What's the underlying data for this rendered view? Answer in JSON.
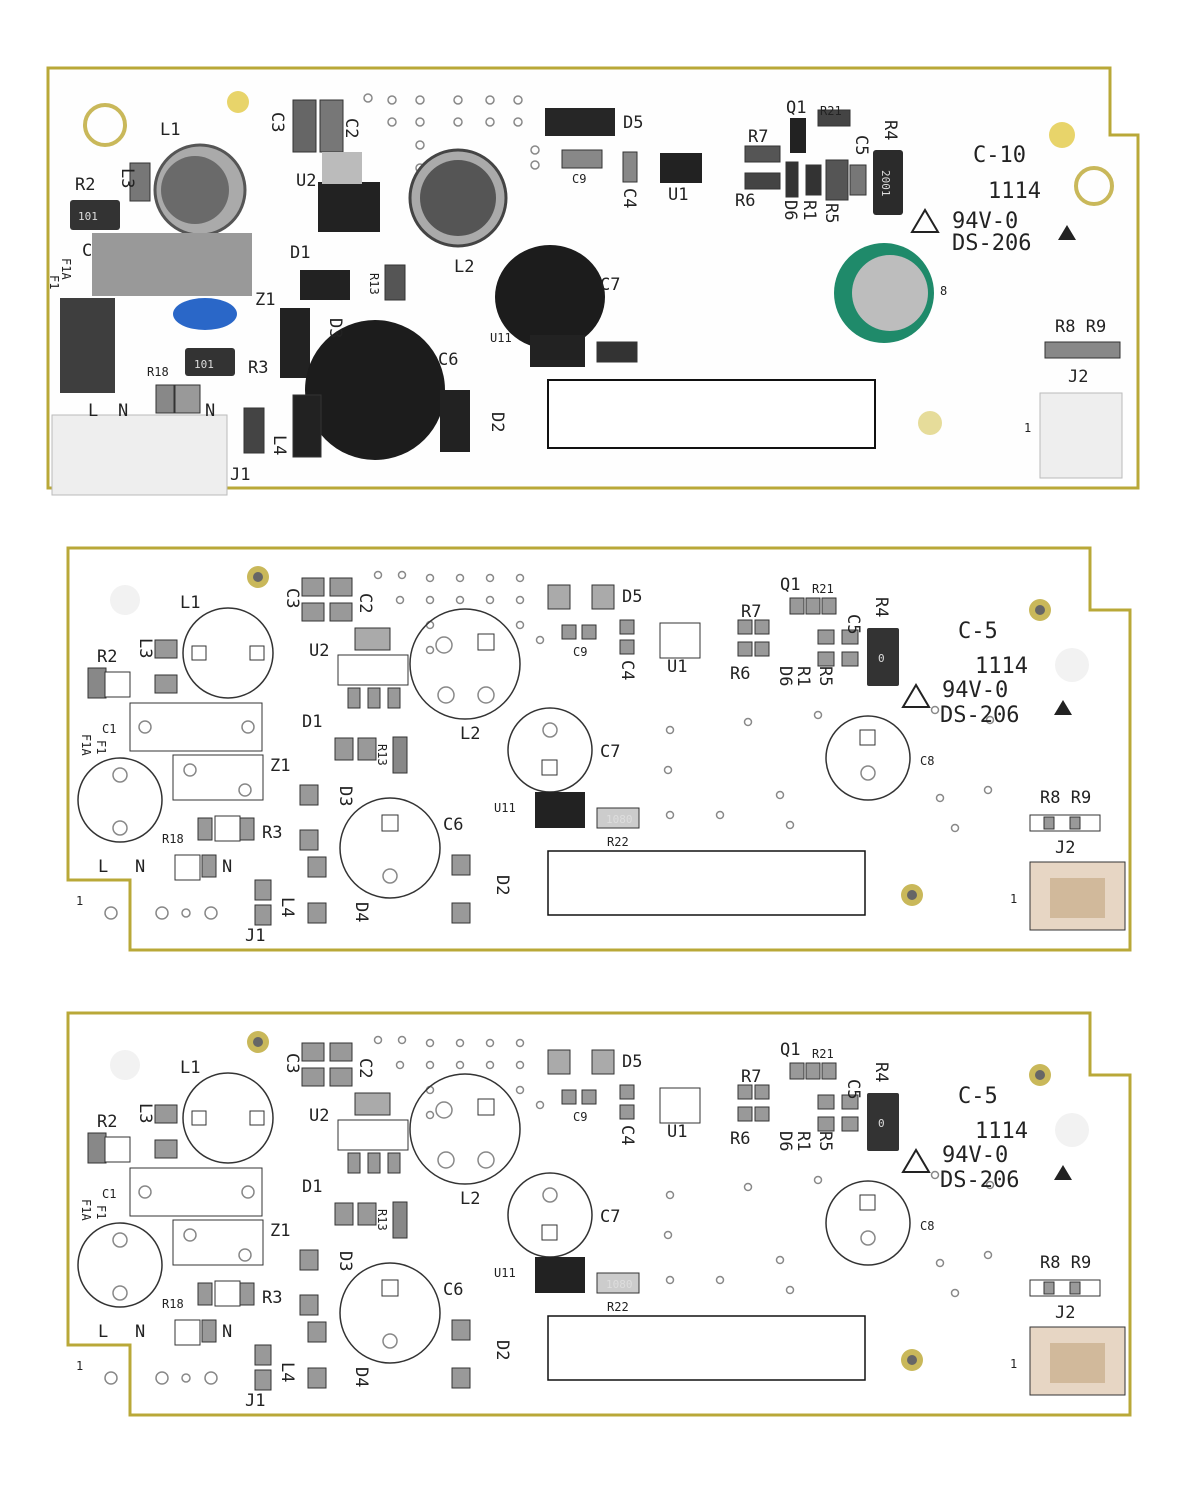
{
  "colors": {
    "board_edge": "#b9a838",
    "board": "#ffffff",
    "pad": "#9a9a9a",
    "pad_gold": "#c9b85a",
    "silk": "#222222",
    "electrolytic": "#1f8a6a"
  },
  "boards": [
    {
      "name": "photo-top-board",
      "labels": [
        "L1",
        "R2",
        "L3",
        "C3",
        "C2",
        "U2",
        "D1",
        "R13",
        "Z1",
        "D3",
        "C6",
        "R3",
        "R18",
        "L",
        "N",
        "N",
        "J1",
        "L4",
        "D2",
        "L2",
        "C7",
        "U11",
        "D5",
        "C9",
        "C4",
        "U1",
        "R7",
        "Q1",
        "R21",
        "R6",
        "D6",
        "R1",
        "R5",
        "C5",
        "R4",
        "C-10",
        "1114",
        "94V-0",
        "DS-206",
        "R8 R9",
        "J2",
        "1",
        "F1A",
        "F1",
        "C",
        "8"
      ],
      "markings": [
        "101",
        "101",
        "2001"
      ]
    },
    {
      "name": "render-middle-board",
      "labels": [
        "L1",
        "R2",
        "L3",
        "C1",
        "F1A",
        "F1",
        "Z1",
        "C3",
        "C2",
        "U2",
        "D1",
        "R13",
        "D3",
        "R3",
        "R18",
        "C6",
        "L",
        "N",
        "N",
        "1",
        "J1",
        "L4",
        "D4",
        "D2",
        "L2",
        "C7",
        "U11",
        "R22",
        "D5",
        "C9",
        "C4",
        "U1",
        "R7",
        "Q1",
        "R21",
        "R6",
        "D6",
        "R1",
        "R5",
        "C5",
        "R4",
        "C-5",
        "1114",
        "94V-0",
        "DS-206",
        "C8",
        "R8 R9",
        "J2",
        "1"
      ],
      "markings": [
        "0",
        "1080"
      ]
    },
    {
      "name": "render-bottom-board",
      "labels": [
        "L1",
        "R2",
        "L3",
        "C1",
        "F1A",
        "F1",
        "Z1",
        "C3",
        "C2",
        "U2",
        "D1",
        "R13",
        "D3",
        "R3",
        "R18",
        "C6",
        "L",
        "N",
        "N",
        "1",
        "J1",
        "L4",
        "D4",
        "D2",
        "L2",
        "C7",
        "U11",
        "R22",
        "D5",
        "C9",
        "C4",
        "U1",
        "R7",
        "Q1",
        "R21",
        "R6",
        "D6",
        "R1",
        "R5",
        "C5",
        "R4",
        "C-5",
        "1114",
        "94V-0",
        "DS-206",
        "C8",
        "R8 R9",
        "J2",
        "1"
      ],
      "markings": [
        "0",
        "1080"
      ]
    }
  ]
}
